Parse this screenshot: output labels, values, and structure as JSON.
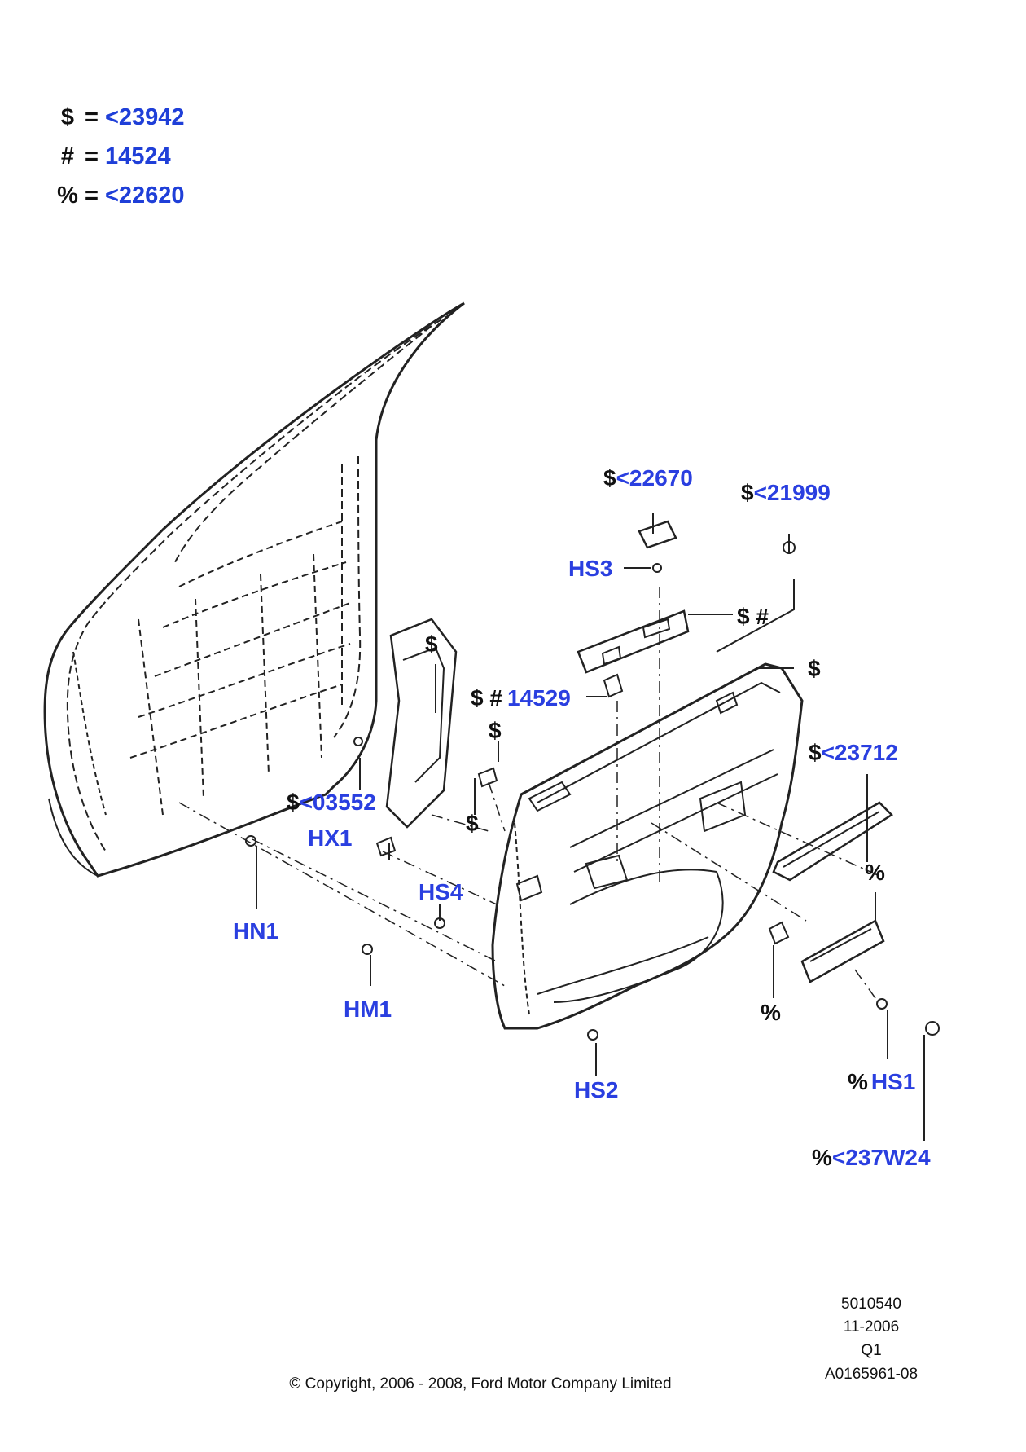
{
  "legend": [
    {
      "symbol": "$",
      "value": "<23942"
    },
    {
      "symbol": "#",
      "value": "14524"
    },
    {
      "symbol": "%",
      "value": "<22620"
    }
  ],
  "callouts": {
    "c22670": {
      "prefix": "$",
      "code": "<22670"
    },
    "c21999": {
      "prefix": "$",
      "code": "<21999"
    },
    "hs3": {
      "prefix": "",
      "code": "HS3"
    },
    "sh_hash": {
      "prefix": "$ #",
      "code": ""
    },
    "dollar_a": {
      "prefix": "$",
      "code": ""
    },
    "dollar_b": {
      "prefix": "$",
      "code": ""
    },
    "c14529": {
      "prefix": "$ #",
      "code": "14529"
    },
    "dollar_c": {
      "prefix": "$",
      "code": ""
    },
    "c23712": {
      "prefix": "$",
      "code": "<23712"
    },
    "c03552": {
      "prefix": "$",
      "code": "<03552"
    },
    "dollar_d": {
      "prefix": "$",
      "code": ""
    },
    "hx1": {
      "prefix": "",
      "code": "HX1"
    },
    "hs4": {
      "prefix": "",
      "code": "HS4"
    },
    "hn1": {
      "prefix": "",
      "code": "HN1"
    },
    "pct_a": {
      "prefix": "%",
      "code": ""
    },
    "pct_b": {
      "prefix": "%",
      "code": ""
    },
    "hm1": {
      "prefix": "",
      "code": "HM1"
    },
    "hs2": {
      "prefix": "",
      "code": "HS2"
    },
    "hs1": {
      "prefix": "%",
      "code": "HS1"
    },
    "c237w24": {
      "prefix": "%",
      "code": "<237W24"
    }
  },
  "meta": {
    "ref": "5010540",
    "date": "11-2006",
    "q": "Q1",
    "id": "A0165961-08",
    "copyright": "© Copyright, 2006 - 2008, Ford Motor Company Limited"
  },
  "colors": {
    "label_blue": "#2a3fe0",
    "label_black": "#111111",
    "line": "#222222"
  }
}
